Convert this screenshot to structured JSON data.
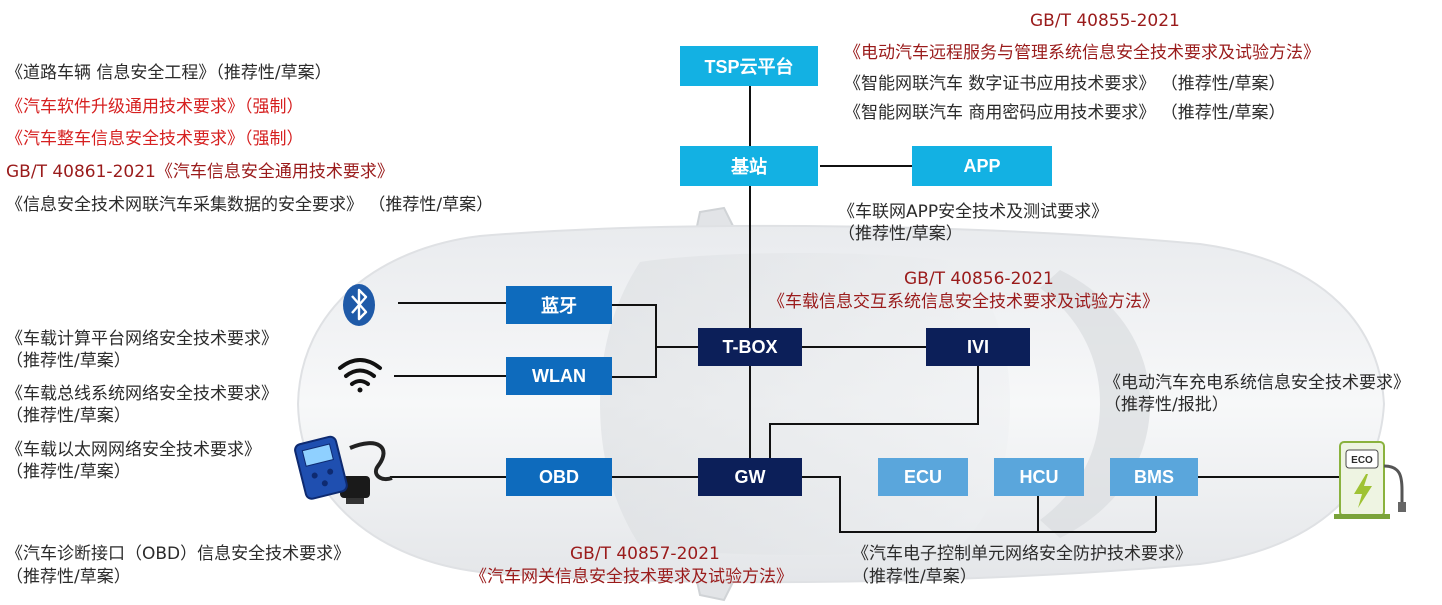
{
  "colors": {
    "cyan_box": "#13b1e3",
    "blue_box": "#0e6bbd",
    "navy_box": "#0c1f59",
    "light_blue_box": "#5aa6dc",
    "mandatory_red": "#d62020",
    "gbt_dark_red": "#9a1b1b"
  },
  "nodes": {
    "tsp": "TSP云平台",
    "station": "基站",
    "app": "APP",
    "bluetooth": "蓝牙",
    "wlan": "WLAN",
    "tbox": "T-BOX",
    "ivi": "IVI",
    "obd": "OBD",
    "gw": "GW",
    "ecu": "ECU",
    "hcu": "HCU",
    "bms": "BMS"
  },
  "icons": {
    "bluetooth": "bluetooth-icon",
    "wifi": "wifi-icon",
    "obd_scanner": "obd-scanner-icon",
    "charger": "ev-charger-icon",
    "charger_label": "ECO",
    "car": "car-top-view"
  },
  "standards": {
    "left_general": [
      "《道路车辆 信息安全工程》（推荐性/草案）",
      "《汽车软件升级通用技术要求》（强制）",
      "《汽车整车信息安全技术要求》（强制）",
      "GB/T 40861-2021《汽车信息安全通用技术要求》",
      "《信息安全技术网联汽车采集数据的安全要求》 （推荐性/草案）"
    ],
    "tsp_gbt": "GB/T 40855-2021",
    "tsp_title": "《电动汽车远程服务与管理系统信息安全技术要求及试验方法》",
    "cert": "《智能网联汽车 数字证书应用技术要求》 （推荐性/草案）",
    "crypto": "《智能网联汽车 商用密码应用技术要求》 （推荐性/草案）",
    "app_title": "《车联网APP安全技术及测试要求》",
    "app_status": "（推荐性/草案）",
    "tbox_gbt": "GB/T 40856-2021",
    "tbox_title": "《车载信息交互系统信息安全技术要求及试验方法》",
    "compute_title": "《车载计算平台网络安全技术要求》",
    "compute_status": "（推荐性/草案）",
    "bus_title": "《车载总线系统网络安全技术要求》",
    "bus_status": "（推荐性/草案）",
    "ethernet_title": "《车载以太网网络安全技术要求》",
    "ethernet_status": "（推荐性/草案）",
    "charging_title": "《电动汽车充电系统信息安全技术要求》",
    "charging_status": "（推荐性/报批）",
    "obd_title": "《汽车诊断接口（OBD）信息安全技术要求》",
    "obd_status": "（推荐性/草案）",
    "gw_gbt": "GB/T 40857-2021",
    "gw_title": "《汽车网关信息安全技术要求及试验方法》",
    "ecu_title": "《汽车电子控制单元网络安全防护技术要求》",
    "ecu_status": "（推荐性/草案）"
  }
}
